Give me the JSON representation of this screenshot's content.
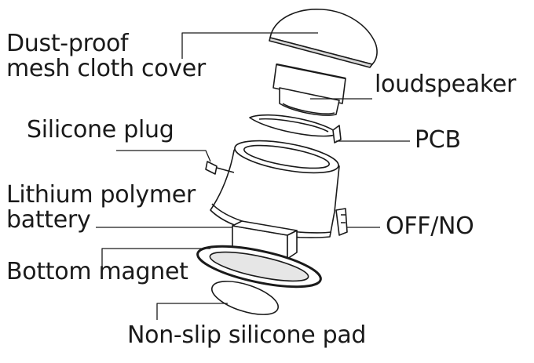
{
  "labels": {
    "dust_cover": [
      "Dust-proof",
      "mesh cloth cover"
    ],
    "loudspeaker": "loudspeaker",
    "silicone_plug": "Silicone plug",
    "pcb": "PCB",
    "battery": [
      "Lithium polymer",
      "battery"
    ],
    "switch": "OFF/NO",
    "bottom_magnet": "Bottom magnet",
    "pad": "Non-slip silicone pad"
  },
  "colors": {
    "stroke": "#1a1a1a",
    "text": "#1a1a1a",
    "background": "#ffffff"
  }
}
